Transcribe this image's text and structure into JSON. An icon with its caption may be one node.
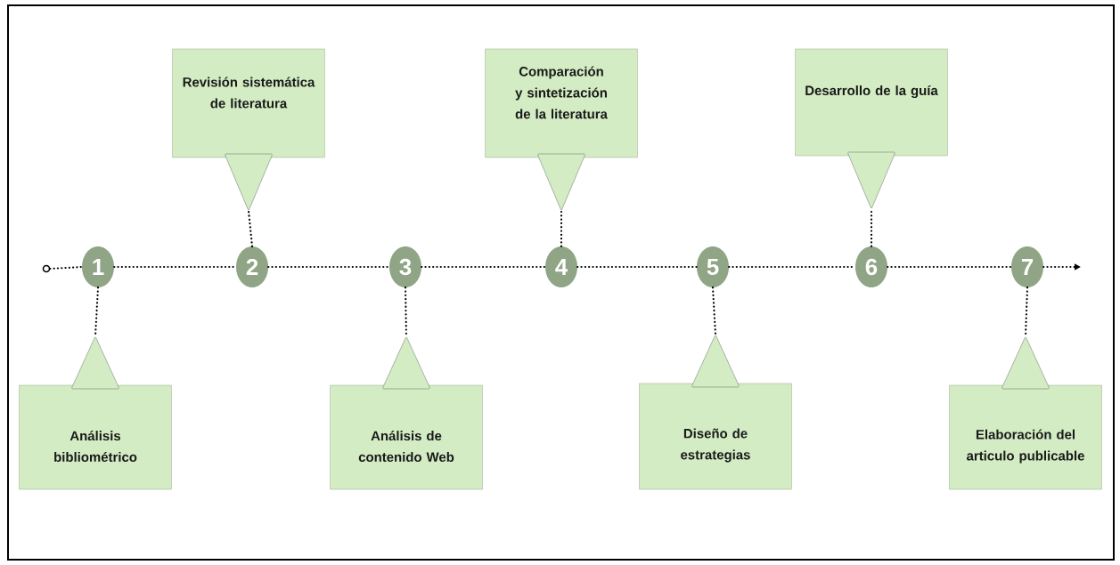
{
  "diagram": {
    "nodes": [
      {
        "text": [],
        "shape": "circle"
      },
      {
        "text": [
          "1"
        ]
      },
      {
        "text": [
          "2"
        ]
      },
      {
        "text": [
          "3"
        ]
      },
      {
        "text": [
          "4"
        ]
      },
      {
        "text": [
          "5"
        ]
      },
      {
        "text": [
          "6"
        ]
      },
      {
        "text": [
          "7"
        ]
      },
      {
        "text": [
          "Análisis bibliométrico"
        ]
      },
      {
        "text": [
          "Revisión sistemática de literatura"
        ]
      },
      {
        "text": [
          "Análisis de contenido Web"
        ]
      },
      {
        "text": [
          "Comparación y sintetización de la literatura"
        ]
      },
      {
        "text": [
          "Diseño de estrategias"
        ]
      },
      {
        "text": [
          "Desarrollo de la guía"
        ]
      },
      {
        "text": [
          "Elaboración del articulo publicable"
        ]
      }
    ],
    "edges": [
      {
        "from": 0,
        "to": 1,
        "arrow": "none"
      },
      {
        "from": 1,
        "to": 2,
        "arrow": "none"
      },
      {
        "from": 2,
        "to": 3,
        "arrow": "none"
      },
      {
        "from": 3,
        "to": 4,
        "arrow": "none"
      },
      {
        "from": 4,
        "to": 5,
        "arrow": "none"
      },
      {
        "from": 5,
        "to": 6,
        "arrow": "none"
      },
      {
        "from": 6,
        "to": 7,
        "arrow": "none"
      },
      {
        "from": 7,
        "to": null,
        "arrow": "to"
      },
      {
        "from": 1,
        "to": 8,
        "arrow": "none"
      },
      {
        "from": 2,
        "to": 9,
        "arrow": "none"
      },
      {
        "from": 3,
        "to": 10,
        "arrow": "none"
      },
      {
        "from": 4,
        "to": 11,
        "arrow": "none"
      },
      {
        "from": 5,
        "to": 12,
        "arrow": "none"
      },
      {
        "from": 6,
        "to": 13,
        "arrow": "none"
      },
      {
        "from": 7,
        "to": 14,
        "arrow": "none"
      }
    ]
  }
}
